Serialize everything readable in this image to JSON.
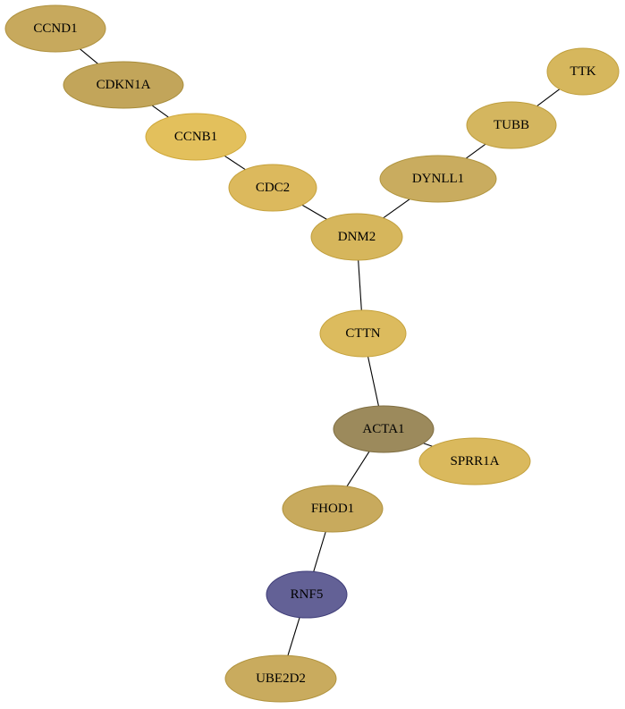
{
  "graph": {
    "nodes": [
      {
        "id": "CCND1",
        "label": "CCND1",
        "fill": "#c7a95d",
        "stroke": "#b0923f"
      },
      {
        "id": "CDKN1A",
        "label": "CDKN1A",
        "fill": "#c2a55a",
        "stroke": "#a88d3c"
      },
      {
        "id": "CCNB1",
        "label": "CCNB1",
        "fill": "#e3c05c",
        "stroke": "#cfa83a"
      },
      {
        "id": "CDC2",
        "label": "CDC2",
        "fill": "#dcb95d",
        "stroke": "#c6a23c"
      },
      {
        "id": "TTK",
        "label": "TTK",
        "fill": "#d6b75d",
        "stroke": "#c09f3d"
      },
      {
        "id": "TUBB",
        "label": "TUBB",
        "fill": "#d4b65f",
        "stroke": "#be9e3e"
      },
      {
        "id": "DYNLL1",
        "label": "DYNLL1",
        "fill": "#c9ac5f",
        "stroke": "#b1953f"
      },
      {
        "id": "DNM2",
        "label": "DNM2",
        "fill": "#d6b65c",
        "stroke": "#c09e3c"
      },
      {
        "id": "CTTN",
        "label": "CTTN",
        "fill": "#dcbb5e",
        "stroke": "#c6a33d"
      },
      {
        "id": "ACTA1",
        "label": "ACTA1",
        "fill": "#9c8a5c",
        "stroke": "#7f6e42"
      },
      {
        "id": "SPRR1A",
        "label": "SPRR1A",
        "fill": "#dab95d",
        "stroke": "#c4a13d"
      },
      {
        "id": "FHOD1",
        "label": "FHOD1",
        "fill": "#c8aa5d",
        "stroke": "#b0923e"
      },
      {
        "id": "RNF5",
        "label": "RNF5",
        "fill": "#636196",
        "stroke": "#3f3d78"
      },
      {
        "id": "UBE2D2",
        "label": "UBE2D2",
        "fill": "#c9ab5e",
        "stroke": "#b1933e"
      }
    ],
    "edges": [
      [
        "CCND1",
        "CDKN1A"
      ],
      [
        "CDKN1A",
        "CCNB1"
      ],
      [
        "CCNB1",
        "CDC2"
      ],
      [
        "CDC2",
        "DNM2"
      ],
      [
        "TTK",
        "TUBB"
      ],
      [
        "TUBB",
        "DYNLL1"
      ],
      [
        "DYNLL1",
        "DNM2"
      ],
      [
        "DNM2",
        "CTTN"
      ],
      [
        "CTTN",
        "ACTA1"
      ],
      [
        "ACTA1",
        "SPRR1A"
      ],
      [
        "ACTA1",
        "FHOD1"
      ],
      [
        "FHOD1",
        "RNF5"
      ],
      [
        "RNF5",
        "UBE2D2"
      ]
    ]
  }
}
